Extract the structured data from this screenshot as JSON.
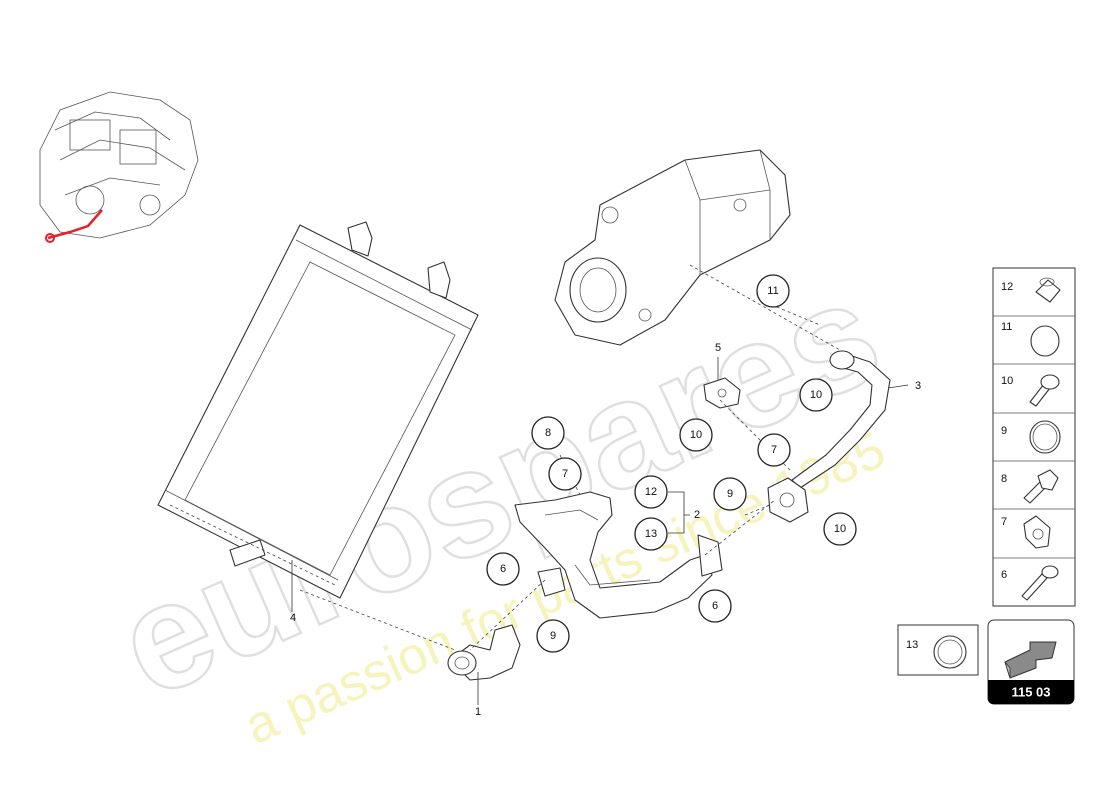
{
  "diagram": {
    "callouts": [
      {
        "id": "c11",
        "label": "11"
      },
      {
        "id": "c10a",
        "label": "10"
      },
      {
        "id": "c10b",
        "label": "10"
      },
      {
        "id": "c10c",
        "label": "10"
      },
      {
        "id": "c8",
        "label": "8"
      },
      {
        "id": "c7a",
        "label": "7"
      },
      {
        "id": "c7b",
        "label": "7"
      },
      {
        "id": "c12",
        "label": "12"
      },
      {
        "id": "c13",
        "label": "13"
      },
      {
        "id": "c9a",
        "label": "9"
      },
      {
        "id": "c9b",
        "label": "9"
      },
      {
        "id": "c6a",
        "label": "6"
      },
      {
        "id": "c6b",
        "label": "6"
      }
    ],
    "plain_labels": [
      {
        "id": "p1",
        "label": "1"
      },
      {
        "id": "p2",
        "label": "2"
      },
      {
        "id": "p3",
        "label": "3"
      },
      {
        "id": "p4",
        "label": "4"
      },
      {
        "id": "p5",
        "label": "5"
      }
    ]
  },
  "legend": {
    "items": [
      {
        "label": "12",
        "icon": "plug-icon"
      },
      {
        "label": "11",
        "icon": "seal-ring-icon"
      },
      {
        "label": "10",
        "icon": "flange-bolt-icon"
      },
      {
        "label": "9",
        "icon": "gasket-ring-icon"
      },
      {
        "label": "8",
        "icon": "hex-bolt-icon"
      },
      {
        "label": "7",
        "icon": "clamp-icon"
      },
      {
        "label": "6",
        "icon": "bolt-icon"
      }
    ],
    "extra": {
      "label": "13",
      "icon": "o-ring-icon"
    }
  },
  "reference": {
    "code": "115 03",
    "icon": "direction-arrow-icon"
  },
  "watermark": {
    "brand": "eurospares",
    "tagline": "a passion for parts since 1985"
  },
  "colors": {
    "highlight": "#e8202a",
    "ink": "#222222",
    "watermark_yellow": "#f3f0a8",
    "watermark_grey": "#d8d8d8"
  }
}
